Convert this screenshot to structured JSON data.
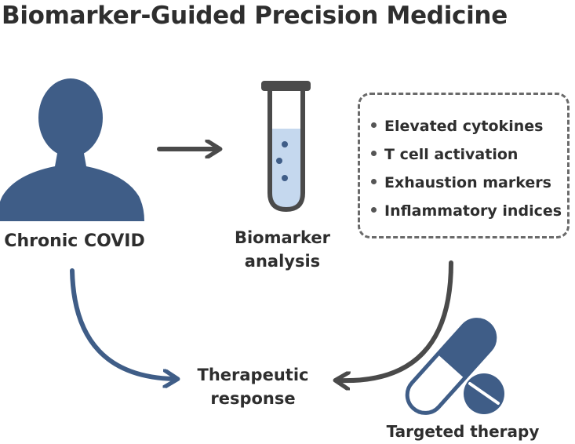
{
  "title": "Biomarker-Guided Precision Medicine",
  "nodes": {
    "patient": {
      "label": "Chronic COVID",
      "icon": "person-silhouette-icon"
    },
    "analysis": {
      "label_line1": "Biomarker",
      "label_line2": "analysis",
      "icon": "test-tube-icon"
    },
    "response": {
      "label_line1": "Therapeutic",
      "label_line2": "response"
    },
    "therapy": {
      "label": "Targeted therapy",
      "icon": "pill-capsule-icon"
    }
  },
  "biomarkers": [
    "Elevated cytokines",
    "T cell activation",
    "Exhaustion markers",
    "Inflammatory indices"
  ],
  "colors": {
    "icon_blue": "#3f5d87",
    "arrow_gray": "#4a4a4a",
    "tube_liquid": "#c5d8ee",
    "border_gray": "#6a6a6a"
  }
}
